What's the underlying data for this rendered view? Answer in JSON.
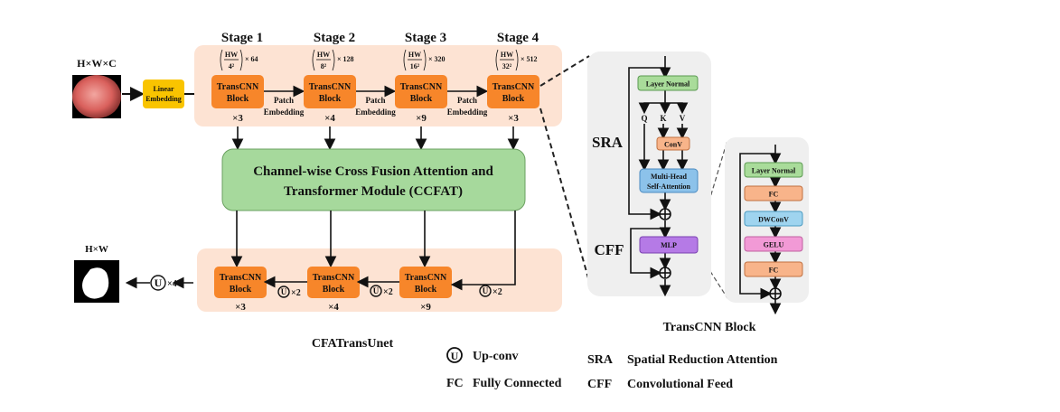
{
  "colors": {
    "encoder_bg": "#fde3d3",
    "block": "#f7862a",
    "linear": "#f9c400",
    "ccfat": "#a6d99c",
    "panel": "#efefef",
    "layer_norm": "#a9dc9a",
    "conv": "#f8b48a",
    "mhsa": "#8cc2ea",
    "mlp": "#b57ae6",
    "dwconv": "#9fd4ef",
    "gelu": "#f29ad6"
  },
  "input": {
    "label": "H×W×C",
    "icon": "endoscopy-image"
  },
  "linear_embedding": "Linear Embedding",
  "stages": [
    {
      "title": "Stage 1",
      "num": "HW",
      "den": "4²",
      "ch": "× 64",
      "block": [
        "TransCNN",
        "Block"
      ],
      "repeat": "×3"
    },
    {
      "title": "Stage 2",
      "num": "HW",
      "den": "8²",
      "ch": "× 128",
      "block": [
        "TransCNN",
        "Block"
      ],
      "repeat": "×4"
    },
    {
      "title": "Stage 3",
      "num": "HW",
      "den": "16²",
      "ch": "× 320",
      "block": [
        "TransCNN",
        "Block"
      ],
      "repeat": "×9"
    },
    {
      "title": "Stage 4",
      "num": "HW",
      "den": "32²",
      "ch": "× 512",
      "block": [
        "TransCNN",
        "Block"
      ],
      "repeat": "×3"
    }
  ],
  "patch_embedding": [
    "Patch",
    "Embedding"
  ],
  "ccfat": [
    "Channel-wise Cross Fusion Attention and",
    "Transformer Module (CCFAT)"
  ],
  "decoder": {
    "blocks": [
      {
        "block": [
          "TransCNN",
          "Block"
        ],
        "repeat": "×3"
      },
      {
        "block": [
          "TransCNN",
          "Block"
        ],
        "repeat": "×4"
      },
      {
        "block": [
          "TransCNN",
          "Block"
        ],
        "repeat": "×9"
      }
    ],
    "up": "U",
    "up2": "×2",
    "up4": "×4"
  },
  "output": {
    "label": "H×W",
    "icon": "segmentation-mask"
  },
  "model_name": "CFATransUnet",
  "transcnn": {
    "sra": "SRA",
    "cff": "CFF",
    "layer_norm": "Layer Normal",
    "q": "Q",
    "k": "K",
    "v": "V",
    "conv": "ConV",
    "mhsa": [
      "Multi-Head",
      "Self-Attention"
    ],
    "mlp": "MLP",
    "caption": "TransCNN Block"
  },
  "mlp_detail": [
    "Layer Normal",
    "FC",
    "DWConV",
    "GELU",
    "FC"
  ],
  "legend": {
    "u": "U",
    "upconv": "Up-conv",
    "fc": "FC",
    "fc_full": "Fully Connected",
    "sra": "SRA",
    "sra_full": "Spatial Reduction Attention",
    "cff": "CFF",
    "cff_full": "Convolutional Feed"
  }
}
